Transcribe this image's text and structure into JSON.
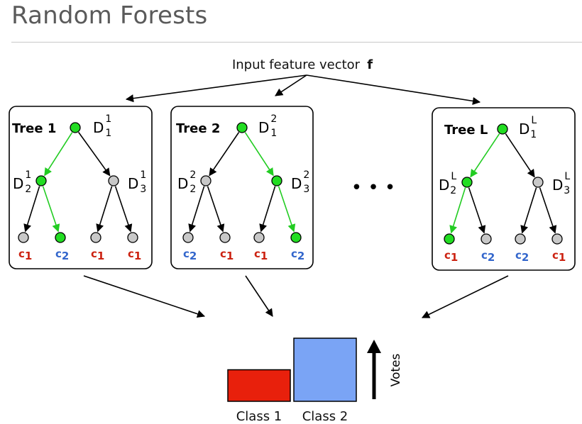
{
  "slide": {
    "title": "Random Forests",
    "input_label": "Input feature vector",
    "input_symbol": "f",
    "ellipsis": "• • •"
  },
  "colors": {
    "path": "#22cc22",
    "path_node": "#22dd22",
    "gray_node": "#c8c8c8",
    "class1": "#cc2211",
    "class2": "#3366cc",
    "bar_class1": "#e8200c",
    "bar_class2": "#7aa4f5"
  },
  "trees": [
    {
      "label": "Tree 1",
      "sup": "1",
      "path": [
        "root",
        "left",
        "left-right"
      ],
      "leaves": [
        {
          "letter": "c",
          "sub": "1",
          "cls": 1
        },
        {
          "letter": "c",
          "sub": "2",
          "cls": 2
        },
        {
          "letter": "c",
          "sub": "1",
          "cls": 1
        },
        {
          "letter": "c",
          "sub": "1",
          "cls": 1
        }
      ]
    },
    {
      "label": "Tree 2",
      "sup": "2",
      "path": [
        "root",
        "right",
        "right-right"
      ],
      "leaves": [
        {
          "letter": "c",
          "sub": "2",
          "cls": 2
        },
        {
          "letter": "c",
          "sub": "1",
          "cls": 1
        },
        {
          "letter": "c",
          "sub": "1",
          "cls": 1
        },
        {
          "letter": "c",
          "sub": "2",
          "cls": 2
        }
      ]
    },
    {
      "label": "Tree L",
      "sup": "L",
      "path": [
        "root",
        "left",
        "left-left"
      ],
      "leaves": [
        {
          "letter": "c",
          "sub": "1",
          "cls": 1
        },
        {
          "letter": "c",
          "sub": "2",
          "cls": 2
        },
        {
          "letter": "c",
          "sub": "2",
          "cls": 2
        },
        {
          "letter": "c",
          "sub": "1",
          "cls": 1
        }
      ]
    }
  ],
  "node_labels": {
    "root": {
      "letter": "D",
      "sub": "1"
    },
    "left": {
      "letter": "D",
      "sub": "2"
    },
    "right": {
      "letter": "D",
      "sub": "3"
    }
  },
  "votes": {
    "label": "Votes",
    "bars": [
      {
        "name": "Class 1",
        "value": 1
      },
      {
        "name": "Class 2",
        "value": 2
      }
    ]
  }
}
